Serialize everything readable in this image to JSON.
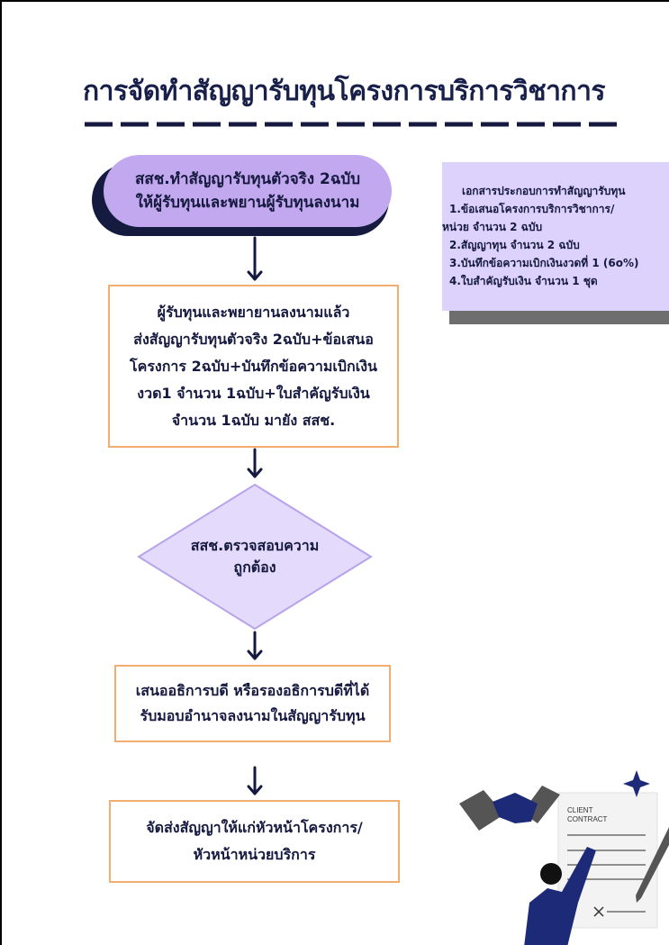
{
  "title": "การจัดทำสัญญารับทุนโครงการบริการวิชาการ",
  "flow": {
    "step1": [
      "สสช.ทำสัญญารับทุนตัวจริง 2ฉบับ",
      "ให้ผู้รับทุนและพยานผู้รับทุนลงนาม"
    ],
    "step2": [
      "ผู้รับทุนและพยายานลงนามแล้ว",
      "ส่งสัญญารับทุนตัวจริง 2ฉบับ+ข้อเสนอ",
      "โครงการ 2ฉบับ+บันทึกข้อความเบิกเงิน",
      "งวด1 จำนวน 1ฉบับ+ใบสำคัญรับเงิน",
      "จำนวน 1ฉบับ มายัง สสช."
    ],
    "decision": [
      "สสช.ตรวจสอบความ",
      "ถูกต้อง"
    ],
    "step4": [
      "เสนออธิการบดี หรือรองอธิการบดีที่ได้",
      "รับมอบอำนาจลงนามในสัญญารับทุน"
    ],
    "step5": [
      "จัดส่งสัญญาให้แก่หัวหน้าโครงการ/",
      "หัวหน้าหน่วยบริการ"
    ]
  },
  "documents": {
    "heading": "เอกสารประกอบการทำสัญญารับทุน",
    "items": [
      "1.ข้อเสนอโครงการบริการวิชาการ/",
      "หน่วย จำนวน 2 ฉบับ",
      "2.สัญญาทุน จำนวน 2 ฉบับ",
      "3.บันทึกข้อความเบิกเงินงวดที่ 1 (6o%)",
      "4.ใบสำคัญรับเงิน จำนวน 1 ชุด"
    ]
  },
  "illustration": {
    "icon": "handshake-contract-illustration",
    "line1": "CLIENT",
    "line2": "CONTRACT"
  },
  "colors": {
    "navy": "#15193f",
    "lavender": "#c2a8ef",
    "orange_border": "#f2ad70",
    "doc_bg": "#dcd2fb"
  }
}
